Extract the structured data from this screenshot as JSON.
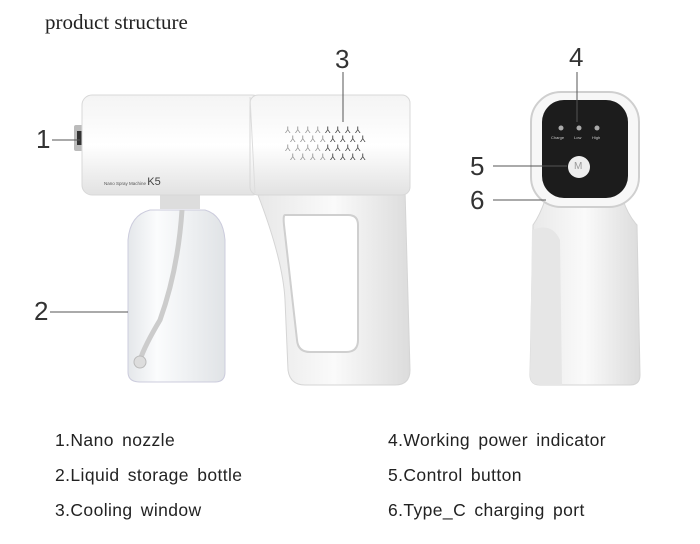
{
  "title": "product structure",
  "callouts": [
    "1",
    "2",
    "3",
    "4",
    "5",
    "6"
  ],
  "device": {
    "model_text": "Nano Spray Machine",
    "model": "K5",
    "indicators": [
      "Charge",
      "Low",
      "High"
    ],
    "button": "M"
  },
  "captions": {
    "left": [
      "1.Nano nozzle",
      "2.Liquid storage bottle",
      "3.Cooling window"
    ],
    "right": [
      "4.Working power indicator",
      "5.Control button",
      "6.Type_C charging port"
    ]
  }
}
